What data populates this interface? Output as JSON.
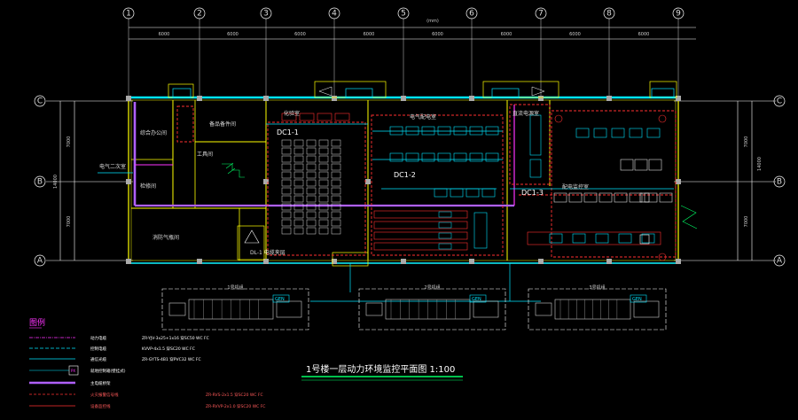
{
  "axes": {
    "top": [
      "1",
      "2",
      "3",
      "4",
      "5",
      "6",
      "7",
      "8",
      "9"
    ],
    "left": [
      "C",
      "B",
      "A"
    ],
    "right": [
      "C",
      "B",
      "A"
    ]
  },
  "dims": {
    "overall": "(mm)",
    "spans": [
      "6000",
      "6000",
      "6000",
      "6000",
      "6000",
      "6000",
      "6000",
      "6000"
    ],
    "left_spans": [
      "7000",
      "7000"
    ],
    "left_total": "14000",
    "right_spans": [
      "7000",
      "7000"
    ],
    "right_total": "14000"
  },
  "rooms": {
    "r1": "综合办公间",
    "r2": "备品备件间",
    "r3": "工具间",
    "r4": "检修间",
    "r5": "消防气瓶间",
    "r6": "电气配电室",
    "r7": "直流电源室",
    "r8": "化验室",
    "r9": "DL-1 电缆夹层",
    "r10": "配电监控室",
    "r11": "电气二次室"
  },
  "tags": {
    "dc1": "DC1-1",
    "dc2": "DC1-2",
    "dc3": "DC1-3",
    "dc0": "DL-1"
  },
  "generators": [
    {
      "label": "1号机组",
      "gen": "GEN"
    },
    {
      "label": "2号机组",
      "gen": "GEN"
    },
    {
      "label": "3号机组",
      "gen": "GEN"
    }
  ],
  "legend": {
    "title": "图例",
    "rows": [
      {
        "name": "动力电缆",
        "spec": "ZR-YJV-3x25+1x16 穿SC50 WC FC"
      },
      {
        "name": "控制电缆",
        "spec": "KVVP-4x1.5 穿SC20 WC FC"
      },
      {
        "name": "通信光缆",
        "spec": "ZR-GYTS-4B1 穿PVC32 WC FC"
      },
      {
        "name": "就地控制箱(壁挂式)"
      },
      {
        "name": "主电缆桥架"
      },
      {
        "name": "火灾报警信号线",
        "spec": "ZR-RVS-2x1.5 穿SC20 WC FC"
      },
      {
        "name": "设备监控线",
        "spec": "ZR-RVVP-2x1.0 穿SC20 WC FC"
      }
    ],
    "box_label": "PX"
  },
  "drawing_title": "1号楼一层动力环境监控平面图 1:100",
  "colors": {
    "wall": "#ffff00",
    "cyan": "#00e5ff",
    "red": "#ff3030",
    "magenta": "#ff33ff",
    "purple": "#b060ff",
    "green": "#00ff66",
    "white": "#ffffff"
  }
}
